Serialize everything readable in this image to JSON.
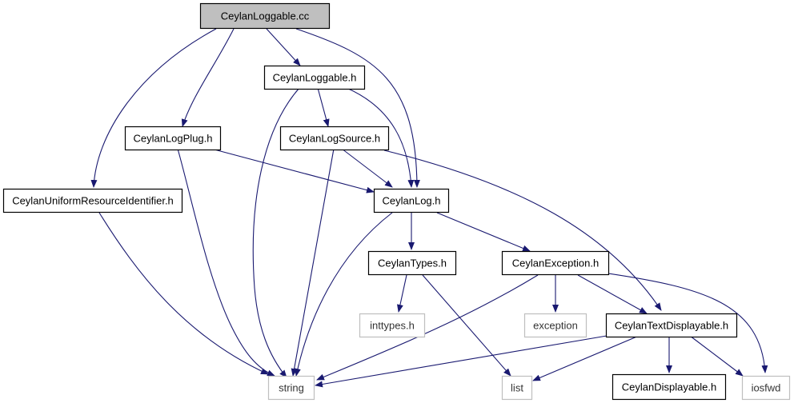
{
  "graph": {
    "nodes": {
      "root": "CeylanLoggable.cc",
      "loggable_h": "CeylanLoggable.h",
      "logplug_h": "CeylanLogPlug.h",
      "logsource_h": "CeylanLogSource.h",
      "uri_h": "CeylanUniformResourceIdentifier.h",
      "log_h": "CeylanLog.h",
      "types_h": "CeylanTypes.h",
      "exception_h": "CeylanException.h",
      "inttypes_h": "inttypes.h",
      "exception": "exception",
      "textdisplayable_h": "CeylanTextDisplayable.h",
      "string": "string",
      "list": "list",
      "displayable_h": "CeylanDisplayable.h",
      "iosfwd": "iosfwd"
    },
    "edge_color": "#191970",
    "root_fill": "#bfbfbf",
    "external_border": "#bfbfbf"
  }
}
